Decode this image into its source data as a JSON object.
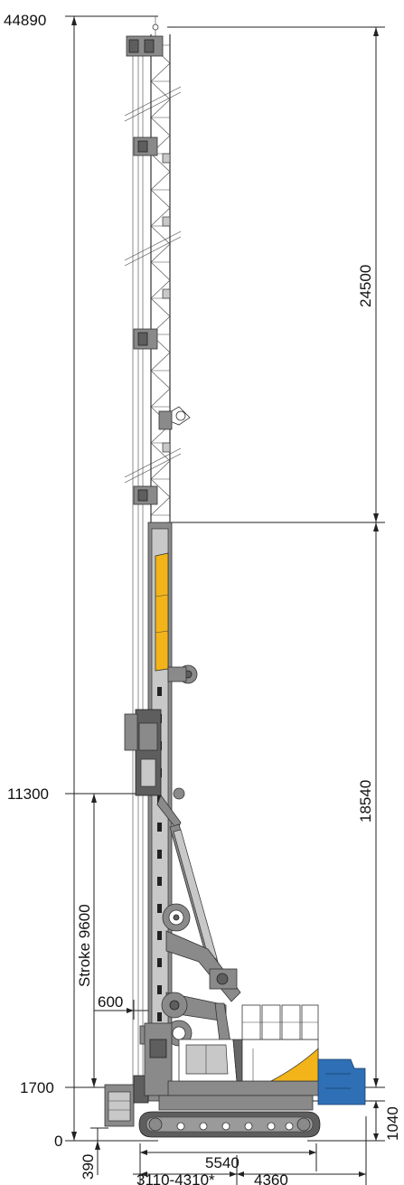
{
  "dimensions": {
    "total_height": "44890",
    "upper_mast": "24500",
    "lower_mast": "18540",
    "hook_height": "11300",
    "stroke": "Stroke 9600",
    "offset": "600",
    "base_height": "1700",
    "ground": "0",
    "below_ground": "390",
    "track_height": "1040",
    "track_length": "5540",
    "front_range": "3110-4310*",
    "rear_length": "4360"
  },
  "colors": {
    "accent_yellow": "#f2b418",
    "counterweight_blue": "#2e6fb5",
    "steel_grey": "#8a8a8a"
  }
}
